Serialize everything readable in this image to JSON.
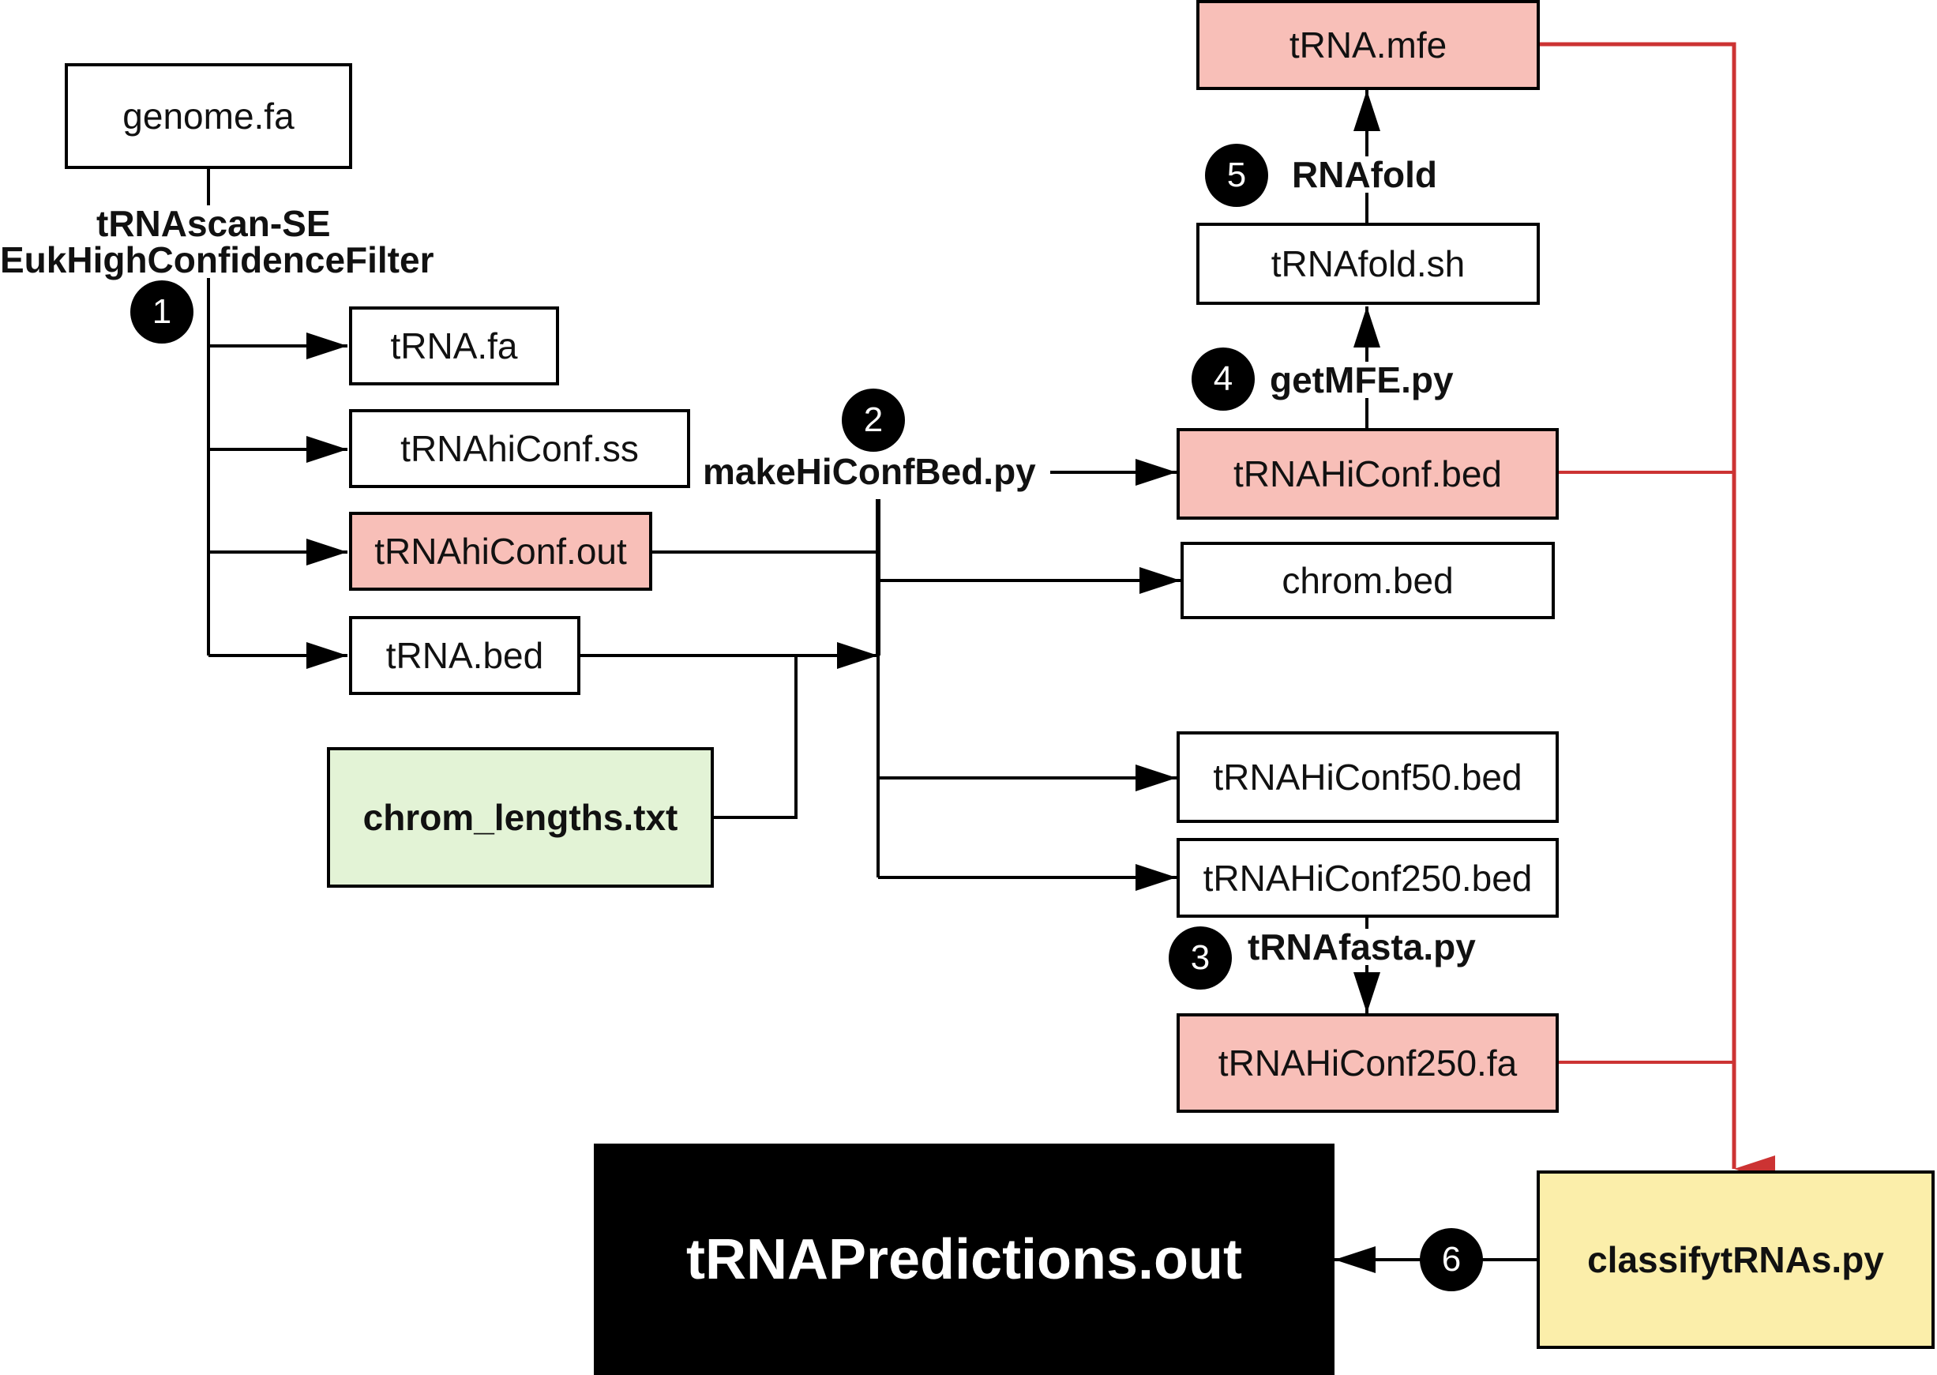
{
  "files": {
    "genome_fa": "genome.fa",
    "trna_fa": "tRNA.fa",
    "trnahiconf_ss": "tRNAhiConf.ss",
    "trnahiconf_out": "tRNAhiConf.out",
    "trna_bed": "tRNA.bed",
    "chrom_lengths": "chrom_lengths.txt",
    "trna_mfe": "tRNA.mfe",
    "trnafold_sh": "tRNAfold.sh",
    "trnahiconf_bed": "tRNAHiConf.bed",
    "chrom_bed": "chrom.bed",
    "trnahiconf50_bed": "tRNAHiConf50.bed",
    "trnahiconf250_bed": "tRNAHiConf250.bed",
    "trnahiconf250_fa": "tRNAHiConf250.fa",
    "classify": "classifytRNAs.py",
    "predictions": "tRNAPredictions.out"
  },
  "steps": {
    "s1_line1": "tRNAscan-SE",
    "s1_line2": "EukHighConfidenceFilter",
    "s2": "makeHiConfBed.py",
    "s3": "tRNAfasta.py",
    "s4": "getMFE.py",
    "s5": "RNAfold"
  },
  "badges": [
    "1",
    "2",
    "3",
    "4",
    "5",
    "6"
  ],
  "colors": {
    "pink": "#f8bfb8",
    "green": "#e3f3d6",
    "yellow": "#fbeeaa",
    "black": "#000000",
    "red_edge": "#cc3333"
  }
}
